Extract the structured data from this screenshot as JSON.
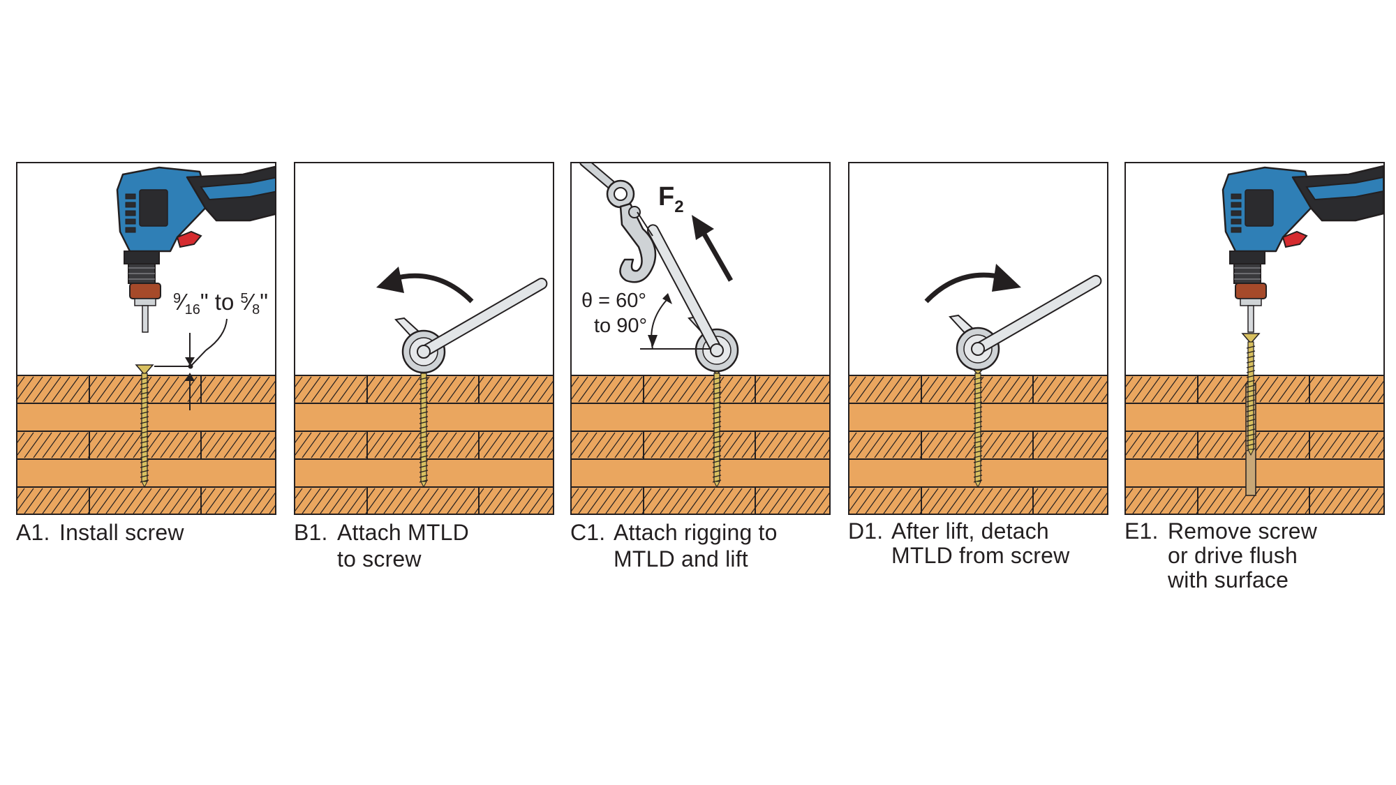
{
  "colors": {
    "wood_fill": "#eaa65f",
    "wood_line": "#231f20",
    "drill_blue": "#2f7fb6",
    "drill_dark": "#2b2b2e",
    "drill_red": "#d52b2f",
    "steel": "#cfd3d6",
    "screw_gold": "#d8c060",
    "outline": "#231f20"
  },
  "panels": [
    {
      "id": "A1",
      "step": "A1.",
      "caption_lines": [
        "Install screw"
      ],
      "annotation": {
        "frac1_num": "9",
        "frac1_den": "16",
        "inch1": "\"",
        "to": " to ",
        "frac2_num": "5",
        "frac2_den": "8",
        "inch2": "\""
      }
    },
    {
      "id": "B1",
      "step": "B1.",
      "caption_lines": [
        "Attach MTLD",
        "to screw"
      ]
    },
    {
      "id": "C1",
      "step": "C1.",
      "caption_lines": [
        "Attach rigging to",
        "MTLD and lift"
      ],
      "force_label": "F",
      "force_sub": "2",
      "angle_lines": [
        "θ = 60°",
        "to 90°"
      ]
    },
    {
      "id": "D1",
      "step": "D1.",
      "caption_lines": [
        "After lift, detach",
        "MTLD from screw"
      ]
    },
    {
      "id": "E1",
      "step": "E1.",
      "caption_lines": [
        "Remove screw",
        "or drive flush",
        "with surface"
      ]
    }
  ]
}
